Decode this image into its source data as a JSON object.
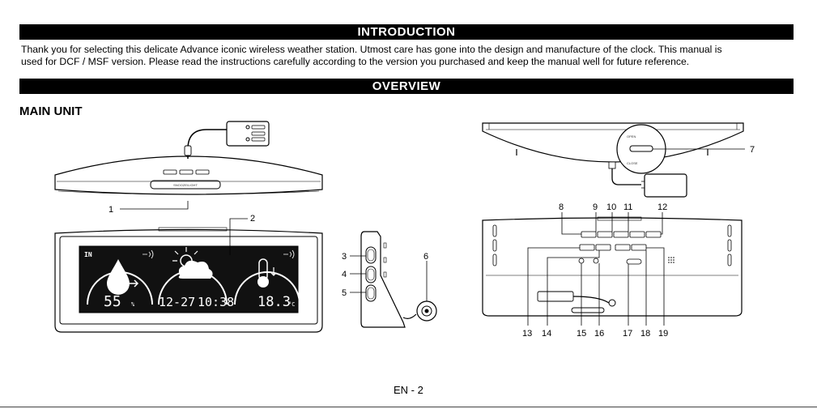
{
  "header": {
    "title": "INTRODUCTION"
  },
  "intro": {
    "line1": "Thank you for selecting this delicate Advance iconic wireless weather station. Utmost care has gone into the design and manufacture of the clock. This manual is",
    "line2": "used for DCF / MSF version. Please read the instructions carefully according to the version you purchased and keep the manual well for future reference."
  },
  "overview": {
    "title": "OVERVIEW"
  },
  "main_unit": {
    "title": "MAIN UNIT"
  },
  "display": {
    "in_label": "IN",
    "humidity": "55",
    "humidity_unit": "%",
    "date": "12-27",
    "time": "10:38",
    "temperature": "18.3",
    "temp_unit": "°C"
  },
  "callouts": [
    "1",
    "2",
    "3",
    "4",
    "5",
    "6",
    "7",
    "8",
    "9",
    "10",
    "11",
    "12",
    "13",
    "14",
    "15",
    "16",
    "17",
    "18",
    "19"
  ],
  "footer": {
    "page": "EN - 2"
  }
}
